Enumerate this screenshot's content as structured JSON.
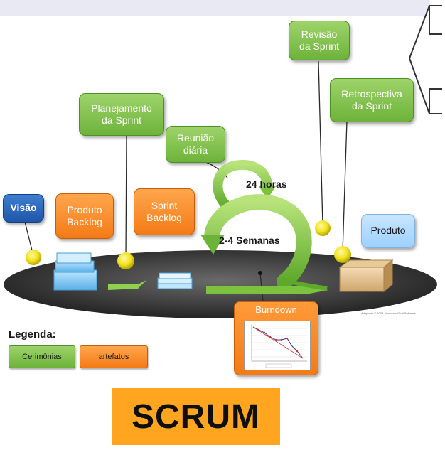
{
  "ceremonies": {
    "planning": "Planejamento\nda Sprint",
    "daily": "Reunião\ndiária",
    "review": "Revisão\nda Sprint",
    "retro": "Retrospectiva\nda Sprint"
  },
  "artifacts": {
    "vision": "Visão",
    "product_backlog": "Produto\nBacklog",
    "sprint_backlog": "Sprint\nBacklog",
    "product": "Produto",
    "burndown": "Burndown"
  },
  "cycle": {
    "daily_label": "24 horas",
    "sprint_label": "2-4 Semanas"
  },
  "legend": {
    "title": "Legenda:",
    "ceremonies": "Cerimônias",
    "artifacts": "artefatos"
  },
  "title": "SCRUM",
  "colors": {
    "ceremony": "#7cbf48",
    "artifact": "#f6861f",
    "vision": "#2b6cc0",
    "product": "#aed8ff",
    "title_bg": "#ffa520",
    "ellipse": "#3a3a3a",
    "cycle": "#7cc23e"
  },
  "icons": {
    "nav": "chevron-left-icon",
    "pins": "pin-icon",
    "stack": "stack-icon",
    "box": "box-icon",
    "chart": "burndown-chart-icon"
  }
}
